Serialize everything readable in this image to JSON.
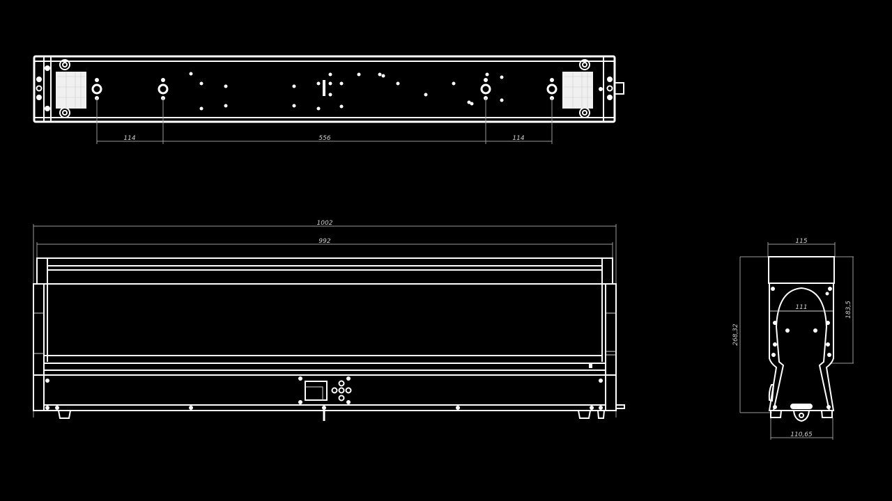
{
  "drawing": {
    "background": "#000000",
    "line_color": "#ffffff",
    "dimension_color": "#9a9a9a",
    "views": {
      "top_view": {
        "dimensions": {
          "left_spacing": "114",
          "center_spacing": "556",
          "right_spacing": "114"
        }
      },
      "front_view": {
        "dimensions": {
          "overall_length": "1002",
          "inner_length": "992"
        }
      },
      "side_view": {
        "dimensions": {
          "top_width": "115",
          "inner_width": "111",
          "overall_height": "268,32",
          "upper_height": "183,5",
          "base_width": "110,65"
        }
      }
    }
  }
}
